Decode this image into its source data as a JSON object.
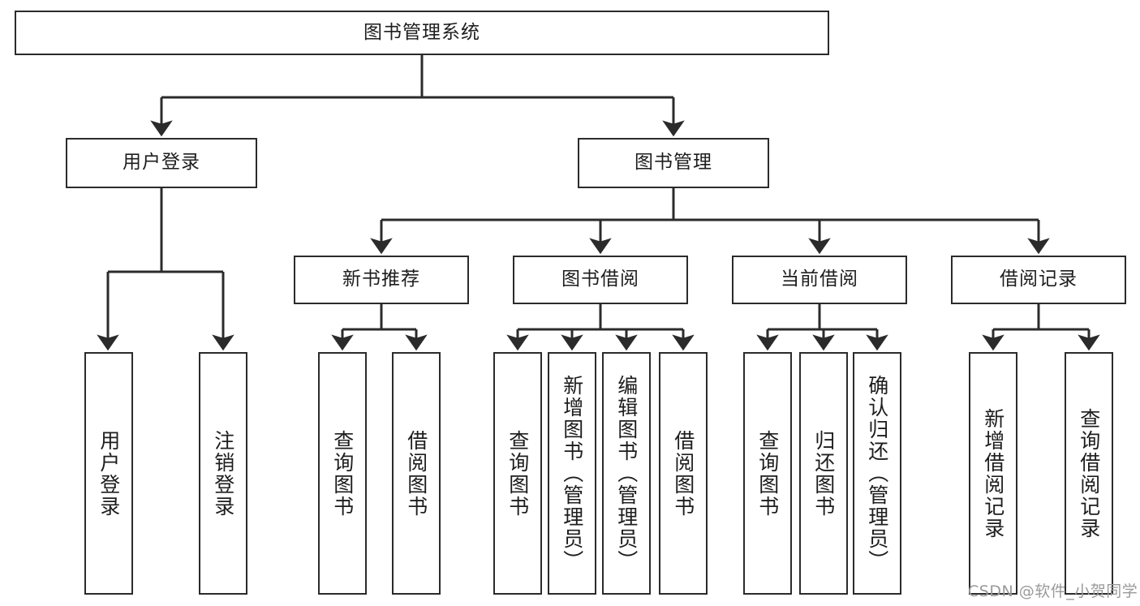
{
  "diagram": {
    "title": "图书管理系统",
    "type": "tree",
    "watermark": "CSDN @软件_小贺同学",
    "colors": {
      "box_border": "#2b2b2b",
      "box_fill": "#ffffff",
      "connector": "#2b2b2b",
      "text": "#1d1d1d",
      "watermark": "#9a9a9a"
    },
    "root": {
      "label": "图书管理系统"
    },
    "level2": [
      {
        "label": "用户登录"
      },
      {
        "label": "图书管理"
      }
    ],
    "level3": [
      {
        "label": "新书推荐"
      },
      {
        "label": "图书借阅"
      },
      {
        "label": "当前借阅"
      },
      {
        "label": "借阅记录"
      }
    ],
    "leaves_login": [
      {
        "label": "用户登录"
      },
      {
        "label": "注销登录"
      }
    ],
    "leaves_newbook": [
      {
        "label": "查询图书"
      },
      {
        "label": "借阅图书"
      }
    ],
    "leaves_borrow": [
      {
        "label": "查询图书"
      },
      {
        "label": "新增图书（管理员）"
      },
      {
        "label": "编辑图书（管理员）"
      },
      {
        "label": "借阅图书"
      }
    ],
    "leaves_current": [
      {
        "label": "查询图书"
      },
      {
        "label": "归还图书"
      },
      {
        "label": "确认归还（管理员）"
      }
    ],
    "leaves_record": [
      {
        "label": "新增借阅记录"
      },
      {
        "label": "查询借阅记录"
      }
    ]
  }
}
